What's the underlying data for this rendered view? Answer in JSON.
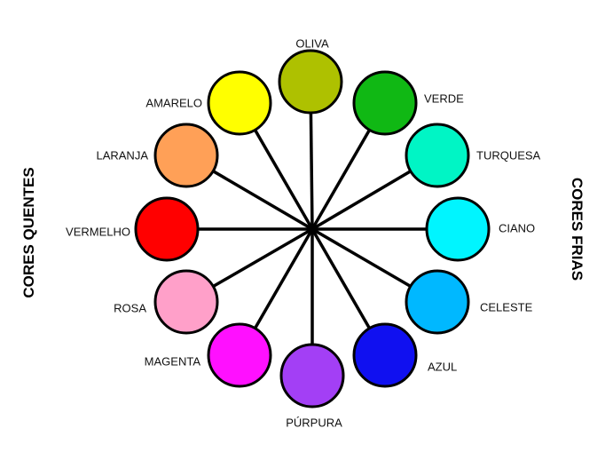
{
  "sides": {
    "warm": "CORES QUENTES",
    "cool": "CORES FRIAS"
  },
  "colors": [
    {
      "name": "OLIVA",
      "hex": "#aec100"
    },
    {
      "name": "VERDE",
      "hex": "#10b814"
    },
    {
      "name": "TURQUESA",
      "hex": "#00f5c5"
    },
    {
      "name": "CIANO",
      "hex": "#00f5ff"
    },
    {
      "name": "CELESTE",
      "hex": "#00b8ff"
    },
    {
      "name": "AZUL",
      "hex": "#1010f0"
    },
    {
      "name": "PÚRPURA",
      "hex": "#a33ff5"
    },
    {
      "name": "MAGENTA",
      "hex": "#ff10ff"
    },
    {
      "name": "ROSA",
      "hex": "#ffa0c9"
    },
    {
      "name": "VERMELHO",
      "hex": "#ff0000"
    },
    {
      "name": "LARANJA",
      "hex": "#ffa057"
    },
    {
      "name": "AMARELO",
      "hex": "#ffff00"
    }
  ]
}
